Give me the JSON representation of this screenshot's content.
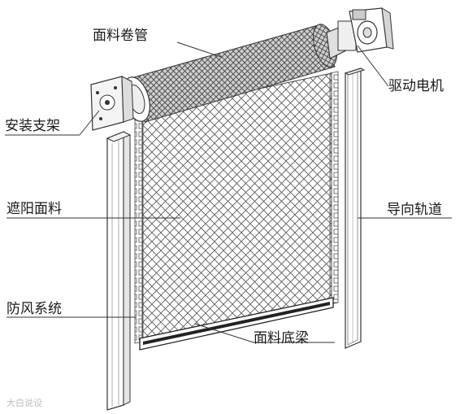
{
  "labels": {
    "roller_tube": "面料卷管",
    "drive_motor": "驱动电机",
    "bracket": "安装支架",
    "shade_fabric": "遮阳面料",
    "guide_rail": "导向轨道",
    "windproof_system": "防风系统",
    "bottom_bar": "面料底梁"
  },
  "watermark": "大白说设"
}
